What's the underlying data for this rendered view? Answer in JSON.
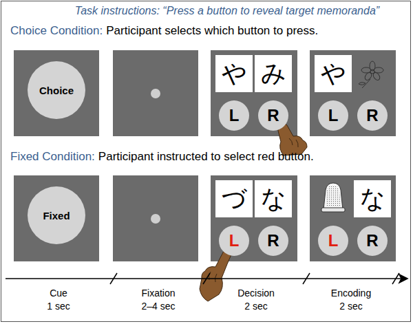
{
  "diagram": {
    "title": "Task instructions: “Press a button to reveal target memoranda”",
    "nodes": [
      {
        "text": [
          "Choice"
        ]
      },
      {
        "text": [
          "や"
        ]
      },
      {
        "text": [
          "み"
        ]
      },
      {
        "text": [
          "L"
        ]
      },
      {
        "text": [
          "R"
        ]
      },
      {
        "text": [
          "や"
        ]
      },
      {
        "text": [
          "L"
        ]
      },
      {
        "text": [
          "R"
        ]
      },
      {
        "text": [
          "Fixed"
        ]
      },
      {
        "text": [
          "づ"
        ]
      },
      {
        "text": [
          "な"
        ]
      },
      {
        "text": [
          "L"
        ]
      },
      {
        "text": [
          "R"
        ]
      },
      {
        "text": [
          "な"
        ]
      },
      {
        "text": [
          "L"
        ]
      },
      {
        "text": [
          "R"
        ]
      }
    ],
    "labels": [
      "Choice Condition:",
      "Participant selects which button to press.",
      "Fixed Condition:",
      "Participant instructed to select red button.",
      "Cue",
      "1 sec",
      "Fixation",
      "2–4 sec",
      "Decision",
      "2 sec",
      "Encoding",
      "2 sec"
    ]
  }
}
